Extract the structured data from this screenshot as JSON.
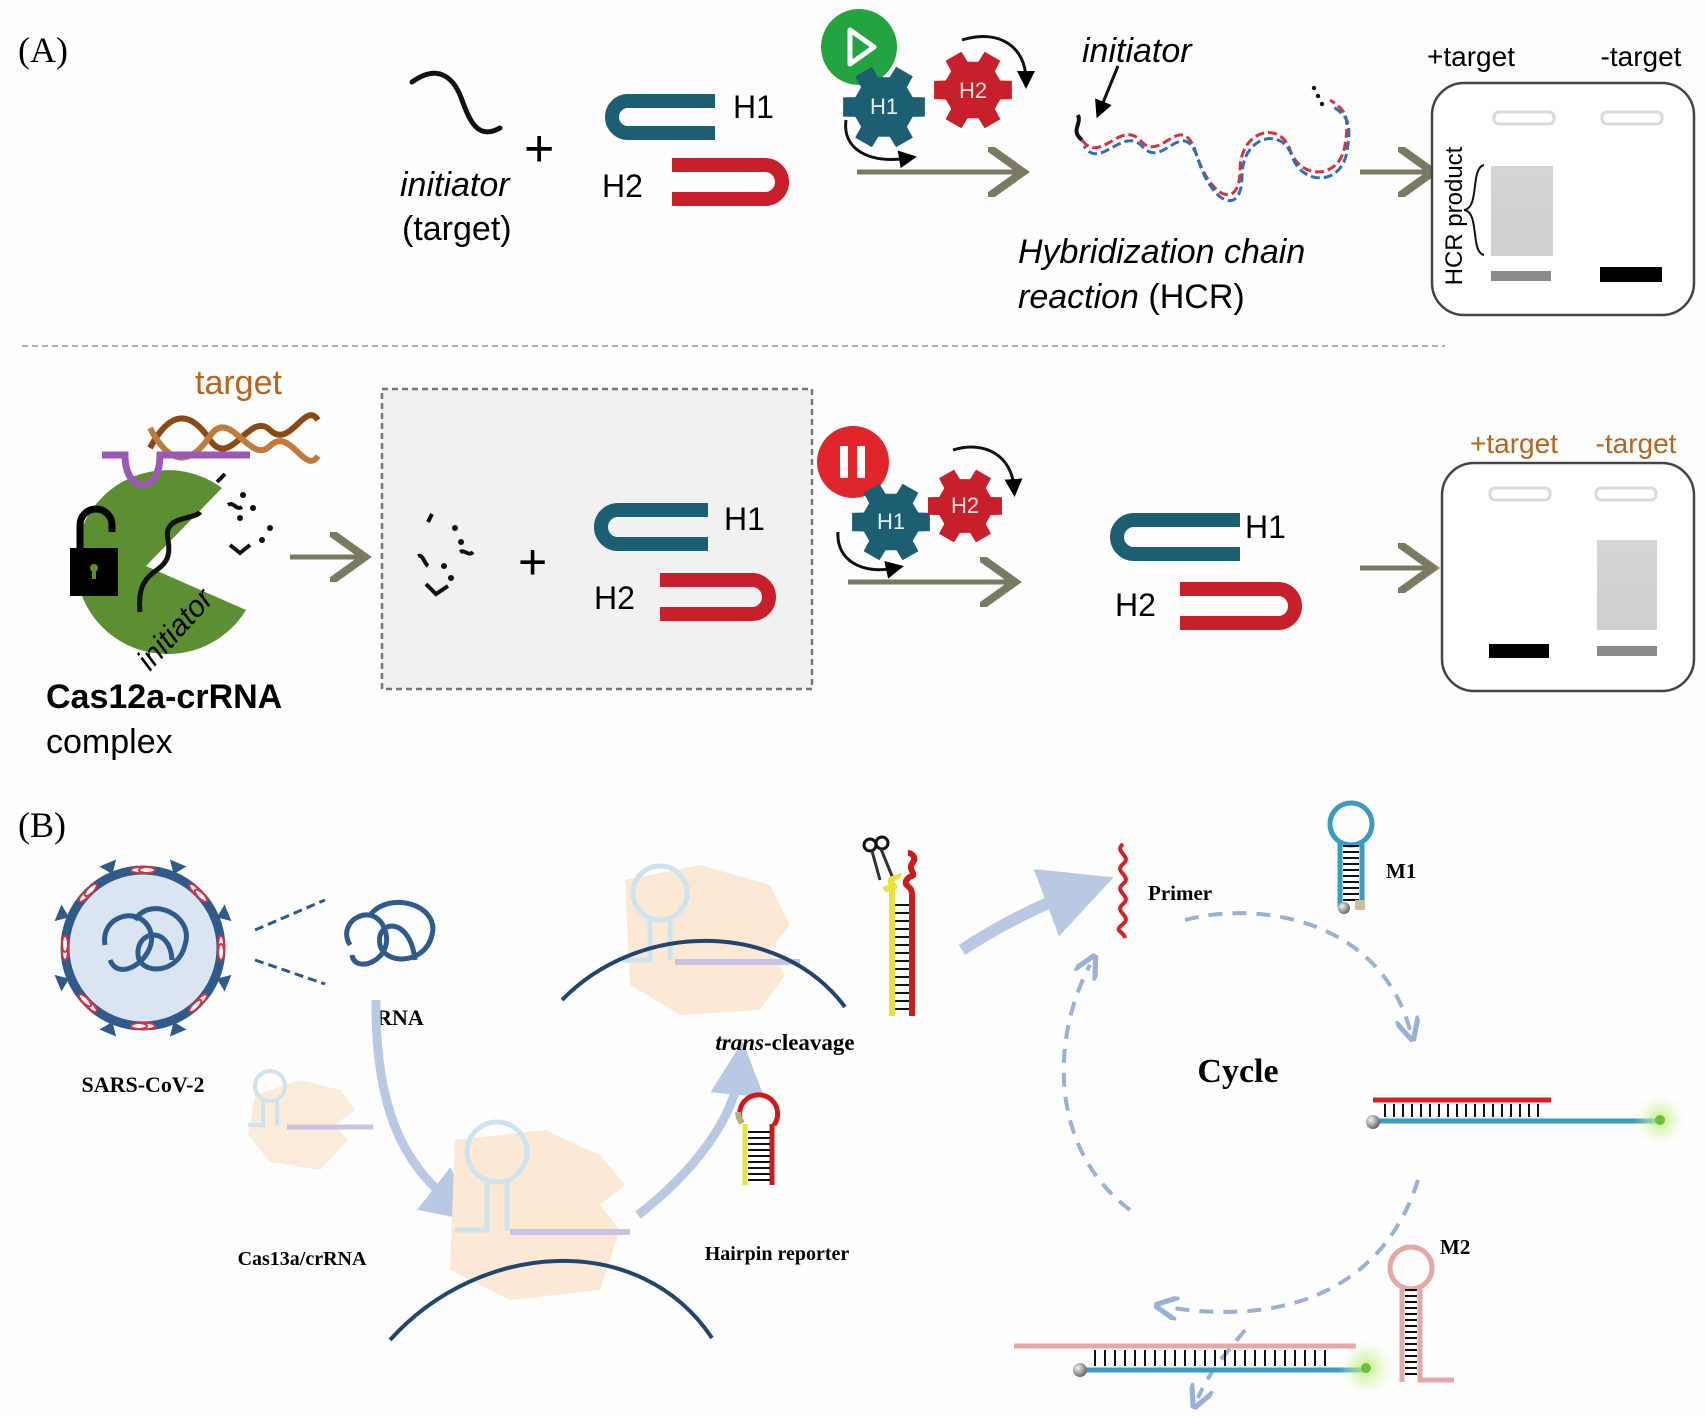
{
  "panelA": {
    "label": "(A)",
    "top": {
      "initiator_label": "initiator",
      "target_label": "(target)",
      "plus": "+",
      "h1": "H1",
      "h2": "H2",
      "gear_h1": "H1",
      "gear_h2": "H2",
      "state_icon": "play",
      "initiator_pointer": "initiator",
      "hcr_line1": "Hybridization chain",
      "hcr_line2_italic": "reaction",
      "hcr_line2_plain": " (HCR)",
      "gel": {
        "lane_plus": "+target",
        "lane_minus": "-target",
        "bracket_label": "HCR product"
      }
    },
    "bottom": {
      "target_label": "target",
      "initiator_label": "initiator",
      "complex_line1": "Cas12a-crRNA",
      "complex_line2": "complex",
      "plus": "+",
      "h1": "H1",
      "h2": "H2",
      "gear_h1": "H1",
      "gear_h2": "H2",
      "state_icon": "pause",
      "result_h1": "H1",
      "result_h2": "H2",
      "gel": {
        "lane_plus": "+target",
        "lane_minus": "-target"
      }
    }
  },
  "panelB": {
    "label": "(B)",
    "virus_label": "SARS-CoV-2",
    "rna_label": "RNA",
    "cas_label": "Cas13a/crRNA",
    "trans_italic": "trans",
    "trans_rest": "-cleavage",
    "hairpin_label": "Hairpin reporter",
    "primer_label": "Primer",
    "m1_label": "M1",
    "m2_label": "M2",
    "cycle_label": "Cycle"
  },
  "colors": {
    "teal": "#1d5f72",
    "red": "#c8202a",
    "green_play": "#23a440",
    "red_pause": "#e0262b",
    "arrow": "#7a7a62",
    "cas12a": "#5c8f32",
    "target_brown": "#a65a1e",
    "crRNA_purple": "#9b59b6",
    "virus_blue": "#2e5a8c",
    "b_arrow": "#b9c9e4",
    "m1_blue": "#3a9cc0",
    "m2_pink": "#e3a8a8",
    "yellow": "#e8e23a",
    "glow": "#8fd14f"
  }
}
